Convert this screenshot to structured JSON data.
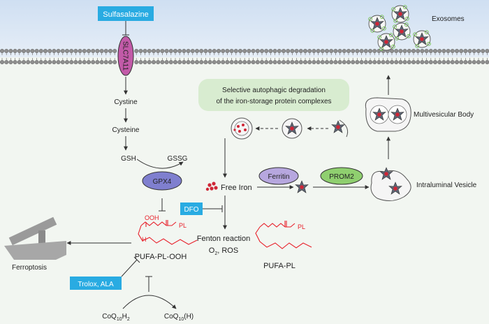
{
  "drugs": {
    "sulfasalazine": "Sulfasalazine",
    "dfo": "DFO",
    "trolox_ala": "Trolox, ALA"
  },
  "transporter": "SLC7A11",
  "pathway": {
    "cystine": "Cystine",
    "cysteine": "Cysteine",
    "gsh": "GSH",
    "gssg": "GSSG",
    "gpx4": "GPX4",
    "ooh": "OOH",
    "h": "H",
    "pl": "PL",
    "pufa_pl_ooh": "PUFA-PL-OOH",
    "ferroptosis": "Ferroptosis",
    "coq_left_main": "CoQ",
    "coq_left_sub1": "10",
    "coq_left_mid": "H",
    "coq_left_sub2": "2",
    "coq_right_main": "CoQ",
    "coq_right_sub": "10",
    "coq_right_tail": "(H)"
  },
  "iron": {
    "autophagy_line1": "Selective autophagic degradation",
    "autophagy_line2": "of the iron-storage protein complexes",
    "free_iron": "Free Iron",
    "ferritin": "Ferritin",
    "prom2": "PROM2",
    "fenton": "Fenton reaction",
    "o2_main": "O",
    "o2_sub": "2",
    "ros": ", ROS",
    "pufa_pl": "PUFA-PL",
    "pl": "PL"
  },
  "export": {
    "intraluminal": "Intraluminal Vesicle",
    "mvb": "Multivesicular Body",
    "exosomes": "Exosomes"
  },
  "colors": {
    "drug_box": "#29abe2",
    "slc7a11": "#c25aa8",
    "gpx4": "#7f7fcf",
    "ferritin": "#b7a7df",
    "prom2": "#8fcf6f",
    "autophagy_box": "#d8ecd0",
    "lipid": "#e8202a",
    "iron": "#cf2636",
    "extracellular": "#d9e6f4",
    "cytoplasm": "#f2f6f1"
  }
}
